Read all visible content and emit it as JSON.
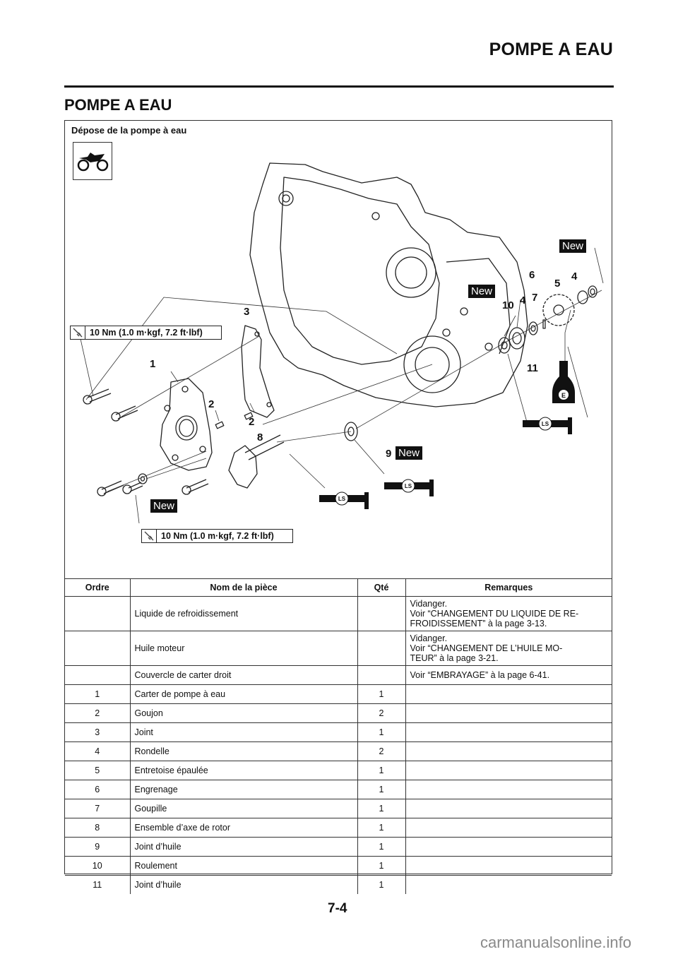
{
  "header": {
    "running_title": "POMPE A EAU"
  },
  "section": {
    "title": "POMPE A EAU"
  },
  "procedure": {
    "caption": "Dépose de la pompe à eau",
    "vehicle_icon": "motorcycle-icon",
    "diagram": {
      "torque_specs": [
        {
          "icon": "torque-wrench-icon",
          "value": "10 Nm (1.0 m·kgf, 7.2 ft·lbf)"
        },
        {
          "icon": "torque-wrench-icon",
          "value": "10 Nm (1.0 m·kgf, 7.2 ft·lbf)"
        }
      ],
      "new_tags": [
        "New",
        "New",
        "New",
        "New"
      ],
      "callouts": [
        "1",
        "2",
        "2",
        "3",
        "4",
        "4",
        "5",
        "6",
        "7",
        "8",
        "9",
        "10",
        "11"
      ],
      "lubricant_icons": [
        {
          "icon": "engine-oil-icon",
          "label": "E"
        },
        {
          "icon": "lithium-soap-grease-icon",
          "label": "LS"
        },
        {
          "icon": "lithium-soap-grease-icon",
          "label": "LS"
        },
        {
          "icon": "lithium-soap-grease-icon",
          "label": "LS"
        }
      ]
    },
    "table": {
      "headers": [
        "Ordre",
        "Nom de la pièce",
        "Qté",
        "Remarques"
      ],
      "rows": [
        {
          "order": "",
          "name": "Liquide de refroidissement",
          "qty": "",
          "remarks": [
            "Vidanger.",
            "Voir “CHANGEMENT DU LIQUIDE DE RE-",
            "FROIDISSEMENT” à la page 3-13."
          ]
        },
        {
          "order": "",
          "name": "Huile moteur",
          "qty": "",
          "remarks": [
            "Vidanger.",
            "Voir “CHANGEMENT DE L’HUILE MO-",
            "TEUR” à la page 3-21."
          ]
        },
        {
          "order": "",
          "name": "Couvercle de carter droit",
          "qty": "",
          "remarks": [
            "Voir “EMBRAYAGE” à la page 6-41."
          ]
        },
        {
          "order": "1",
          "name": "Carter de pompe à eau",
          "qty": "1",
          "remarks": []
        },
        {
          "order": "2",
          "name": "Goujon",
          "qty": "2",
          "remarks": []
        },
        {
          "order": "3",
          "name": "Joint",
          "qty": "1",
          "remarks": []
        },
        {
          "order": "4",
          "name": "Rondelle",
          "qty": "2",
          "remarks": []
        },
        {
          "order": "5",
          "name": "Entretoise épaulée",
          "qty": "1",
          "remarks": []
        },
        {
          "order": "6",
          "name": "Engrenage",
          "qty": "1",
          "remarks": []
        },
        {
          "order": "7",
          "name": "Goupille",
          "qty": "1",
          "remarks": []
        },
        {
          "order": "8",
          "name": "Ensemble d’axe de rotor",
          "qty": "1",
          "remarks": []
        },
        {
          "order": "9",
          "name": "Joint d’huile",
          "qty": "1",
          "remarks": []
        },
        {
          "order": "10",
          "name": "Roulement",
          "qty": "1",
          "remarks": []
        },
        {
          "order": "11",
          "name": "Joint d’huile",
          "qty": "1",
          "remarks": []
        }
      ]
    }
  },
  "footer": {
    "page_number": "7-4",
    "watermark": "carmanualsonline.info"
  }
}
